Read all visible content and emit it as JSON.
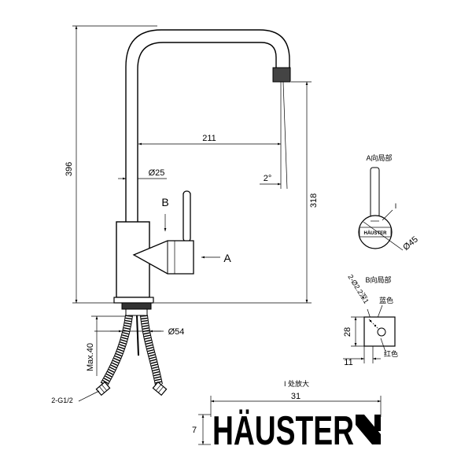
{
  "main_view": {
    "height_total": "396",
    "reach": "211",
    "tube_diameter": "Ø25",
    "stream_angle": "2°",
    "spout_height": "318",
    "view_b_marker": "B",
    "view_a_marker": "A",
    "base_diameter": "Ø54",
    "hose_max": "Max.40",
    "connection": "2-G1/2"
  },
  "view_a": {
    "title": "A向局部",
    "detail_marker": "I",
    "logo": "HÄUSTER",
    "diameter": "Ø45"
  },
  "view_b": {
    "title": "B向局部",
    "holes": "2-Ø2.2深1",
    "blue": "蓝色",
    "red": "红色",
    "height": "28",
    "offset": "11"
  },
  "detail_i": {
    "title": "I 处放大",
    "width": "31",
    "height": "7",
    "logo": "HÄUSTER"
  },
  "colors": {
    "line": "#000000",
    "background": "#ffffff"
  }
}
